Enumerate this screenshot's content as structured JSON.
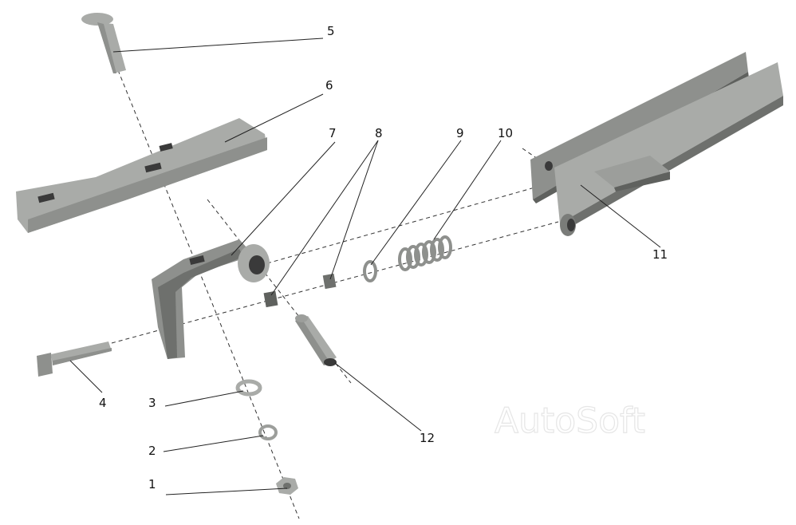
{
  "callouts": [
    {
      "id": "1",
      "label": "1"
    },
    {
      "id": "2",
      "label": "2"
    },
    {
      "id": "3",
      "label": "3"
    },
    {
      "id": "4",
      "label": "4"
    },
    {
      "id": "5",
      "label": "5"
    },
    {
      "id": "6",
      "label": "6"
    },
    {
      "id": "7",
      "label": "7"
    },
    {
      "id": "8",
      "label": "8"
    },
    {
      "id": "9",
      "label": "9"
    },
    {
      "id": "10",
      "label": "10"
    },
    {
      "id": "11",
      "label": "11"
    },
    {
      "id": "12",
      "label": "12"
    }
  ],
  "watermark": "AutoSoft",
  "colors": {
    "part_light": "#a9aba8",
    "part_mid": "#8e908d",
    "part_dark": "#5f615e",
    "slot": "#3a3a3a"
  }
}
